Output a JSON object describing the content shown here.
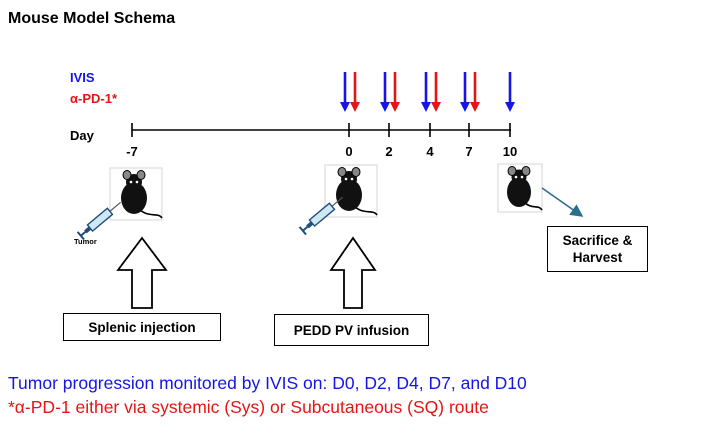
{
  "title": "Mouse Model Schema",
  "legend": {
    "ivis": {
      "label": "IVIS",
      "color": "#1515e6"
    },
    "antipd1": {
      "label": "α-PD-1*",
      "color": "#e61515"
    }
  },
  "timeline": {
    "axis_label": "Day",
    "ticks": [
      "-7",
      "0",
      "2",
      "4",
      "7",
      "10"
    ],
    "ivis_days": [
      "0",
      "2",
      "4",
      "7",
      "10"
    ],
    "antipd1_days": [
      "0",
      "2",
      "4",
      "7"
    ]
  },
  "labels": {
    "tumor": "Tumor",
    "splenic": "Splenic injection",
    "pedd": "PEDD PV infusion",
    "sacrifice_line1": "Sacrifice &",
    "sacrifice_line2": "Harvest"
  },
  "footnotes": {
    "ivis_note": "Tumor progression monitored by IVIS on: D0, D2, D4, D7, and D10",
    "antipd1_note": "*α-PD-1 either via systemic (Sys) or Subcutaneous (SQ) route",
    "ivis_color": "#1515e6",
    "antipd1_color": "#e61515"
  }
}
